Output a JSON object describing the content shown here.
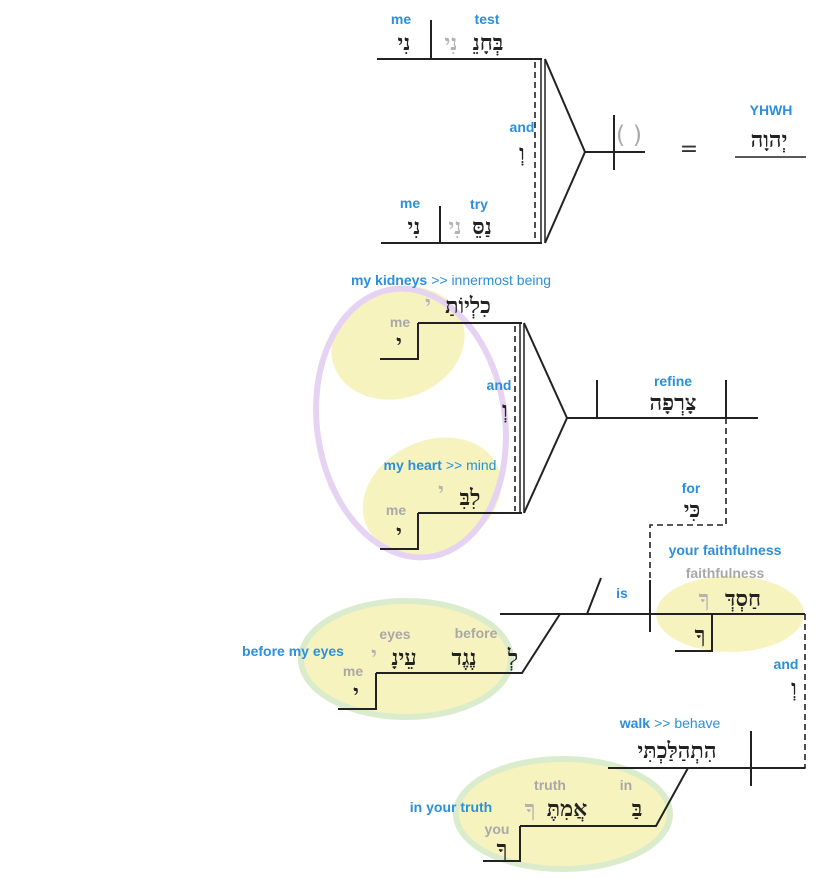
{
  "colors": {
    "gloss_blue": "#2b8fdd",
    "gloss_gray": "#a8a8a8",
    "highlight_yellow": "#f7f3bf",
    "outline_purple": "#e6d3f3",
    "outline_green": "#dbeccd"
  },
  "clause1": {
    "me_gloss": "me",
    "me_suffix": "נִי",
    "test_gloss": "test",
    "test_verb": "בְּחָנֵ",
    "test_suffix_ghost": "נִי",
    "and_gloss": "and",
    "and_word": "וְ",
    "me2_gloss": "me",
    "me2_suffix": "נִי",
    "try_gloss": "try",
    "try_verb": "נַסֵּ",
    "try_suffix_ghost": "נִי",
    "subject_paren": "( )",
    "equals": "=",
    "yhwh_gloss": "YHWH",
    "yhwh_word": "יְהוָה"
  },
  "clause2": {
    "kidneys_gloss_bold": "my kidneys",
    "kidneys_gloss_rest": ">> innermost being",
    "kidneys_word": "כִלְיוֹתַ",
    "kidneys_suffix_ghost": "י",
    "kidneys_me_gloss": "me",
    "kidneys_me_suffix": "י",
    "and_gloss": "and",
    "and_word": "וְ",
    "heart_gloss_bold": "my heart",
    "heart_gloss_rest": ">> mind",
    "heart_word": "לִבִּ",
    "heart_suffix_ghost": "י",
    "heart_me_gloss": "me",
    "heart_me_suffix": "י",
    "refine_gloss": "refine",
    "refine_verb": "צָרְפָה"
  },
  "clause3": {
    "for_gloss": "for",
    "for_word": "כִּי",
    "faith_gloss": "your faithfulness",
    "faith_gray_gloss": "faithfulness",
    "faith_word": "חַסְדְּ",
    "faith_suffix_ghost": "ךָ",
    "faith_you_suffix": "ךָ",
    "is_gloss": "is",
    "before_eyes_gloss": "before my eyes",
    "eyes_gray_gloss": "eyes",
    "before_gray_gloss": "before",
    "me_gray_gloss": "me",
    "prep_word": "לְ",
    "before_word": "נֶגֶד",
    "eyes_word": "עֵינָ",
    "eyes_suffix_ghost": "י",
    "eyes_me_suffix": "י"
  },
  "clause4": {
    "and_gloss": "and",
    "and_word": "וְ",
    "walk_gloss_bold": "walk",
    "walk_gloss_rest": ">> behave",
    "walk_verb": "הִתְהַלַּכְתִּי",
    "in_truth_gloss": "in your truth",
    "truth_gray_gloss": "truth",
    "in_gray_gloss": "in",
    "you_gray_gloss": "you",
    "in_word": "בַּ",
    "truth_word": "אֲמִתֶּ",
    "truth_suffix_ghost": "ךָ",
    "truth_you_suffix": "ךָ"
  }
}
